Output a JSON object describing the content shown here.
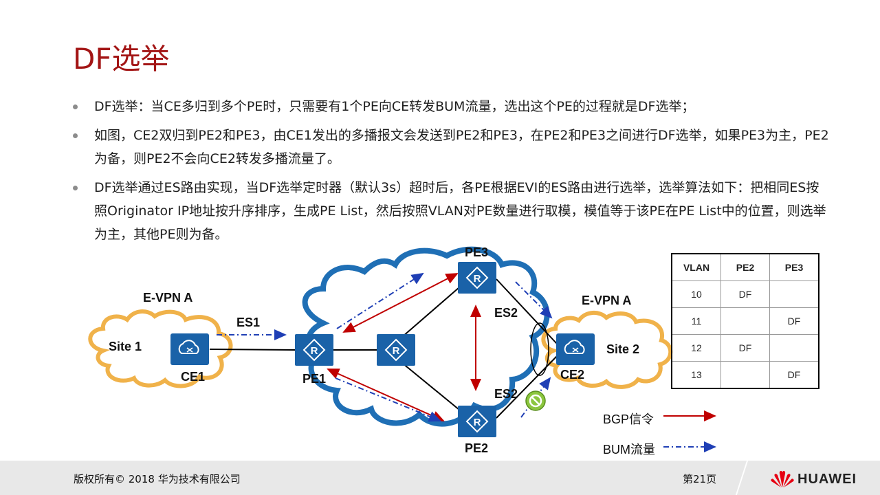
{
  "slide": {
    "title": "DF选举",
    "bullets": [
      "DF选举：当CE多归到多个PE时，只需要有1个PE向CE转发BUM流量，选出这个PE的过程就是DF选举；",
      "如图，CE2双归到PE2和PE3，由CE1发出的多播报文会发送到PE2和PE3，在PE2和PE3之间进行DF选举，如果PE3为主，PE2为备，则PE2不会向CE2转发多播流量了。",
      "DF选举通过ES路由实现，当DF选举定时器（默认3s）超时后，各PE根据EVI的ES路由进行选举，选举算法如下：把相同ES按照Originator  IP地址按升序排序，生成PE  List，然后按照VLAN对PE数量进行取模，模值等于该PE在PE List中的位置，则选举为主，其他PE则为备。"
    ]
  },
  "diagram": {
    "labels": {
      "evpn_left": "E-VPN A",
      "evpn_right": "E-VPN A",
      "site1": "Site 1",
      "site2": "Site 2",
      "ce1": "CE1",
      "ce2": "CE2",
      "pe1": "PE1",
      "pe2": "PE2",
      "pe3": "PE3",
      "es1": "ES1",
      "es2_top": "ES2",
      "es2_bottom": "ES2"
    },
    "legend": {
      "bgp": "BGP信令",
      "bum": "BUM流量"
    },
    "colors": {
      "cloud_blue": "#1f6fb5",
      "cloud_orange": "#f0b24a",
      "router_blue": "#1a62a8",
      "bgp_red": "#c00000",
      "bum_blue": "#1f3fb5",
      "block_green": "#8cc63f"
    }
  },
  "table": {
    "headers": [
      "VLAN",
      "PE2",
      "PE3"
    ],
    "rows": [
      [
        "10",
        "DF",
        ""
      ],
      [
        "11",
        "",
        "DF"
      ],
      [
        "12",
        "DF",
        ""
      ],
      [
        "13",
        "",
        "DF"
      ]
    ]
  },
  "footer": {
    "copyright": "版权所有© 2018 华为技术有限公司",
    "page": "第21页",
    "brand": "HUAWEI"
  }
}
